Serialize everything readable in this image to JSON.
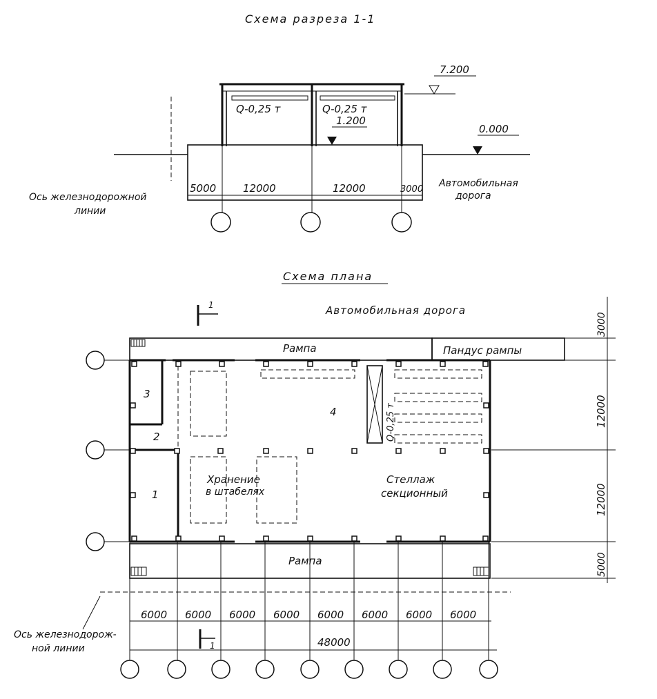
{
  "section": {
    "title": "Схема разреза 1-1",
    "elev_top": "7.200",
    "elev_floor": "1.200",
    "elev_ground": "0.000",
    "crane_left": "Q-0,25 т",
    "crane_right": "Q-0,25 т",
    "dims": [
      "5000",
      "12000",
      "12000",
      "3000"
    ],
    "rail_axis_label_1": "Ось железнодорожной",
    "rail_axis_label_2": "линии",
    "road_label_1": "Автомобильная",
    "road_label_2": "дорога"
  },
  "plan": {
    "title": "Схема плана",
    "road_label": "Автомобильная дорога",
    "ramp_top": "Рампа",
    "ramp_slope": "Пандус рампы",
    "ramp_bottom": "Рампа",
    "room_1": "1",
    "room_2": "2",
    "room_3": "3",
    "room_4": "4",
    "crane": "Q-0,25 т",
    "storage_1": "Хранение",
    "storage_2": "в штабелях",
    "rack_1": "Стеллаж",
    "rack_2": "секционный",
    "section_mark": "1",
    "bay_dims": [
      "6000",
      "6000",
      "6000",
      "6000",
      "6000",
      "6000",
      "6000",
      "6000"
    ],
    "total_dim": "48000",
    "side_dims": [
      "3000",
      "12000",
      "12000",
      "5000"
    ],
    "rail_axis_label_1": "Ось железнодорож-",
    "rail_axis_label_2": "ной линии"
  }
}
